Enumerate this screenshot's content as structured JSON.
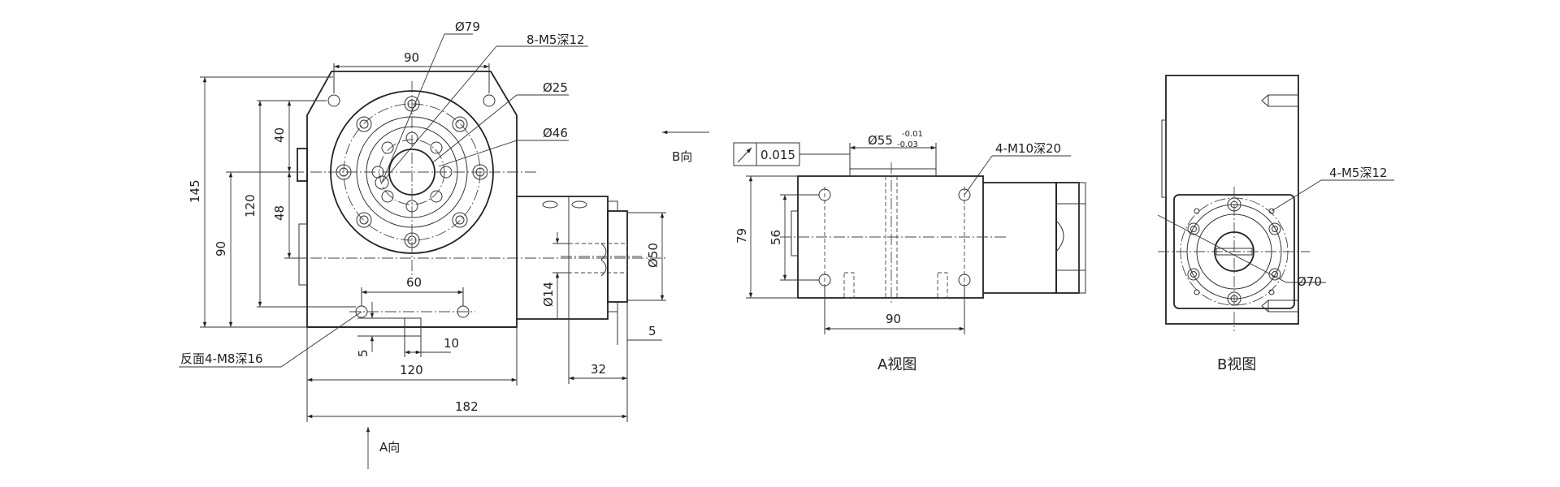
{
  "drawing": {
    "front": {
      "d79": "Ø79",
      "m5": "8-M5深12",
      "d25": "Ø25",
      "d46": "Ø46",
      "w90": "90",
      "h145": "145",
      "h120": "120",
      "h90": "90",
      "h40": "40",
      "h48": "48",
      "w60": "60",
      "back_holes": "反面4-M8深16",
      "w10": "10",
      "h5": "5",
      "w120": "120",
      "w182": "182",
      "d50": "Ø50",
      "d14": "Ø14",
      "w5": "5",
      "w32": "32",
      "arrow_a": "A向",
      "arrow_b": "B向"
    },
    "view_a": {
      "tolerance_value": "0.015",
      "d55": "Ø55",
      "d55_upper": "-0.01",
      "d55_lower": "-0.03",
      "m10": "4-M10深20",
      "h79": "79",
      "h56": "56",
      "w90": "90",
      "title": "A视图"
    },
    "view_b": {
      "m5": "4-M5深12",
      "d70": "Ø70",
      "title": "B视图"
    }
  }
}
